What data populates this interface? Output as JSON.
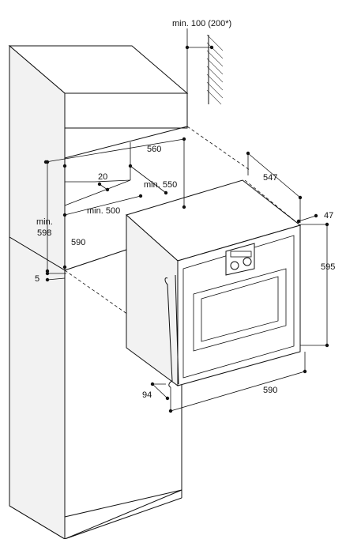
{
  "figure": {
    "labels": {
      "ventilation": "min. 100 (200*)",
      "niche_width": "560",
      "oven_depth": "547",
      "clearance_550": "min. 550",
      "dim_20": "20",
      "clearance_500": "min. 500",
      "niche_height_line1": "min.",
      "niche_height_line2": "598",
      "inner_590": "590",
      "gap_5": "5",
      "front_47": "47",
      "height_595": "595",
      "width_590": "590",
      "door_94": "94"
    },
    "colors": {
      "line": "#111111",
      "background": "#ffffff"
    }
  }
}
